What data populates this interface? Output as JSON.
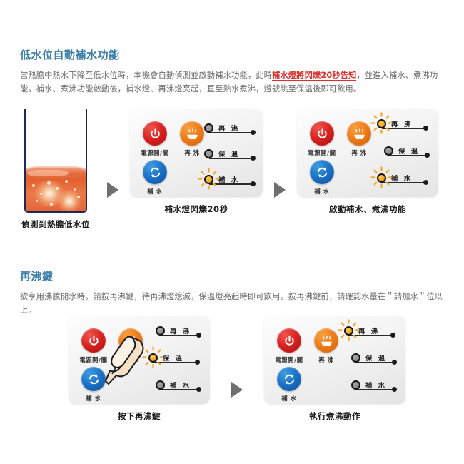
{
  "sections": [
    {
      "title": "低水位自動補水功能",
      "text_before": "當熱膽中熱水下降至低水位時，本機會自動偵測並啟動補水功能，此時",
      "text_highlight": "補水燈將閃爍20秒告知",
      "text_after": "，並進入補水、煮沸功能。補水、煮沸功能啟動後，補水燈、再沸燈亮起，直至熱水煮沸，燈號跳至保溫後即可飲用。"
    },
    {
      "title": "再沸鍵",
      "text": "欲享用沸騰開水時，請按再沸鍵，待再沸燈熄滅，保溫燈亮起時即可飲用。按再沸鍵前，請確認水量在＂請加水＂位以上。"
    }
  ],
  "tank": {
    "caption": "偵測到熱膽低水位",
    "icon": "water-tank-icon"
  },
  "arrow_icon": "play-triangle-arrow-icon",
  "buttons": {
    "power": {
      "label": "電源開/關",
      "icon": "power-icon",
      "color": "#d8211f"
    },
    "boil": {
      "label": "再 沸",
      "icon": "steam-heat-icon",
      "color": "#ee7b18"
    },
    "water": {
      "label": "補 水",
      "icon": "refill-cycle-icon",
      "color": "#1a6fc4"
    }
  },
  "lamp_labels": {
    "boil": "再 沸",
    "keepwarm": "保 溫",
    "refill": "補 水"
  },
  "panels": [
    {
      "id": "panel-refill-blinking",
      "caption": "補水燈閃爍20秒",
      "lamps": {
        "boil": "off",
        "keepwarm": "off",
        "refill": "on"
      },
      "hand": false
    },
    {
      "id": "panel-refill-boil-active",
      "caption": "啟動補水、煮沸功能",
      "lamps": {
        "boil": "on",
        "keepwarm": "off",
        "refill": "on"
      },
      "hand": false
    },
    {
      "id": "panel-press-reboil",
      "caption": "按下再沸鍵",
      "lamps": {
        "boil": "off",
        "keepwarm": "on",
        "refill": "off"
      },
      "hand": true
    },
    {
      "id": "panel-boiling-action",
      "caption": "執行煮沸動作",
      "lamps": {
        "boil": "on",
        "keepwarm": "off",
        "refill": "off"
      },
      "hand": false
    }
  ],
  "colors": {
    "heading": "#3b7ea8",
    "body_text": "#6b6b6b",
    "highlight": "#d6312b",
    "lamp_on": "#f5a623",
    "lamp_off": "#8e8e8e"
  }
}
